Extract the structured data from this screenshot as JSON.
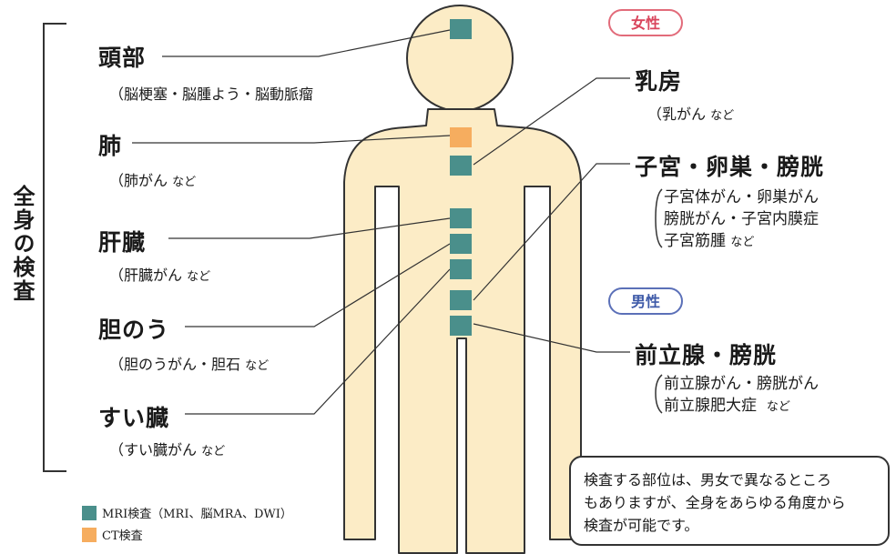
{
  "side_label": "全身の検査",
  "colors": {
    "mri": "#4a8f8b",
    "ct": "#f6ad5f",
    "body_fill": "#fcecc6",
    "body_stroke": "#333333"
  },
  "left_organs": [
    {
      "name": "頭部",
      "note": "（脳梗塞・脳腫よう・脳動脈瘤",
      "note_small": ""
    },
    {
      "name": "肺",
      "note": "（肺がん",
      "note_small": "など"
    },
    {
      "name": "肝臓",
      "note": "（肝臓がん",
      "note_small": "など"
    },
    {
      "name": "胆のう",
      "note": "（胆のうがん・胆石",
      "note_small": "など"
    },
    {
      "name": "すい臓",
      "note": "（すい臓がん",
      "note_small": "など"
    }
  ],
  "female": {
    "badge": "女性",
    "breast": {
      "name": "乳房",
      "note": "（乳がん",
      "note_small": "など"
    },
    "uterus": {
      "name": "子宮・卵巣・膀胱",
      "lines": [
        "子宮体がん・卵巣がん",
        "膀胱がん・子宮内膜症",
        "子宮筋腫"
      ],
      "last_small": "など"
    }
  },
  "male": {
    "badge": "男性",
    "prostate": {
      "name": "前立腺・膀胱",
      "lines": [
        "前立腺がん・膀胱がん",
        "前立腺肥大症"
      ],
      "last_small": "など"
    }
  },
  "legend": [
    {
      "color_key": "mri",
      "label": "MRI検査（MRI、脳MRA、DWI）"
    },
    {
      "color_key": "ct",
      "label": "CT検査"
    }
  ],
  "info": "検査する部位は、男女で異なるところ\nもありますが、全身をあらゆる角度から\n検査が可能です。"
}
